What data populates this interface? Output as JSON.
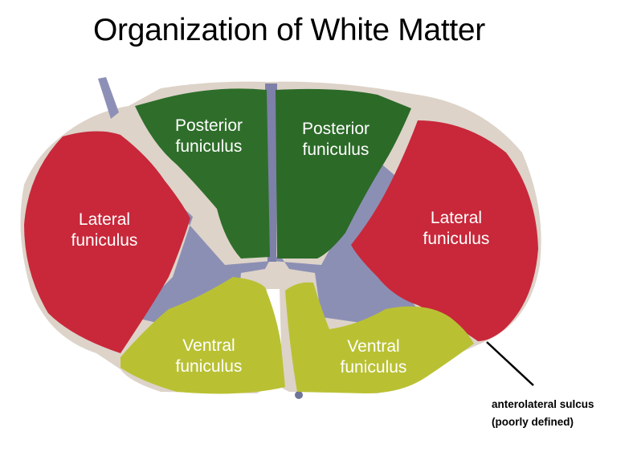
{
  "title": "Organization of White Matter",
  "regions": {
    "posterior_left": "Posterior\nfuniculus",
    "posterior_right": "Posterior\nfuniculus",
    "lateral_left": "Lateral\nfuniculus",
    "lateral_right": "Lateral\nfuniculus",
    "ventral_left": "Ventral\nfuniculus",
    "ventral_right": "Ventral\nfuniculus"
  },
  "callout": "anterolateral sulcus\n(poorly defined)",
  "colors": {
    "posterior": "#2e6e2a",
    "lateral": "#c8283a",
    "ventral": "#b9c133",
    "grey_matter": "#8c8fb4",
    "tissue_background": "#d9d0c6"
  }
}
